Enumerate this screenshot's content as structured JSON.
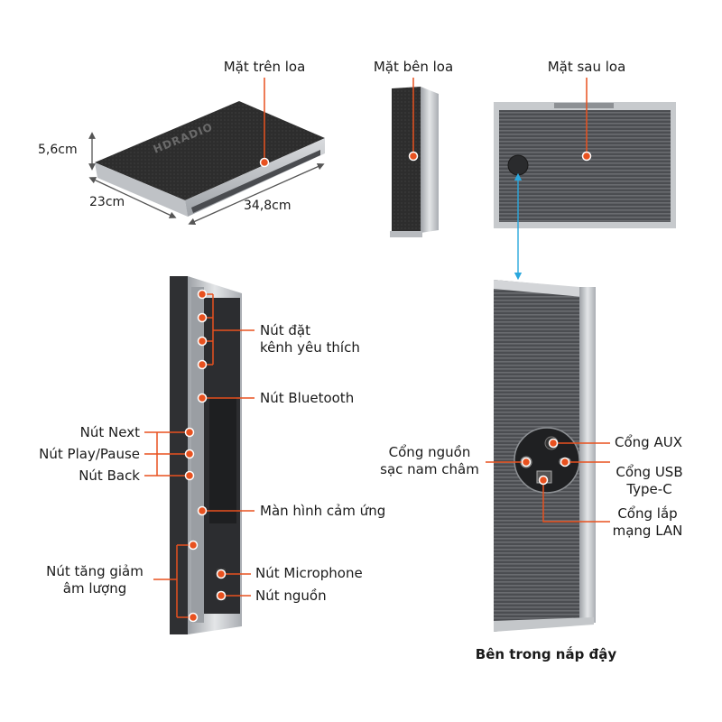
{
  "views": {
    "top": "Mặt trên loa",
    "side": "Mặt bên loa",
    "back": "Mặt sau loa",
    "inside_cover": "Bên trong nắp đậy"
  },
  "dimensions": {
    "height": "5,6cm",
    "depth": "23cm",
    "width": "34,8cm"
  },
  "watermark": "HDRADIO",
  "controls": {
    "favorite": [
      "Nút đặt",
      "kênh yêu thích"
    ],
    "bluetooth": "Nút Bluetooth",
    "next": "Nút Next",
    "play_pause": "Nút Play/Pause",
    "back": "Nút Back",
    "touchscreen": "Màn hình cảm ứng",
    "volume": [
      "Nút tăng giảm",
      "âm lượng"
    ],
    "microphone": "Nút Microphone",
    "power": "Nút nguồn"
  },
  "ports": {
    "aux": "Cổng AUX",
    "magnetic_power": [
      "Cổng nguồn",
      "sạc nam châm"
    ],
    "usb_c": [
      "Cổng USB",
      "Type-C"
    ],
    "lan": [
      "Cổng lắp",
      "mạng LAN"
    ]
  },
  "colors": {
    "callout": "#e8511f",
    "connector": "#2aa7dd",
    "fabric": "#2b2b2b",
    "aluminium": "#c9ccd0"
  }
}
